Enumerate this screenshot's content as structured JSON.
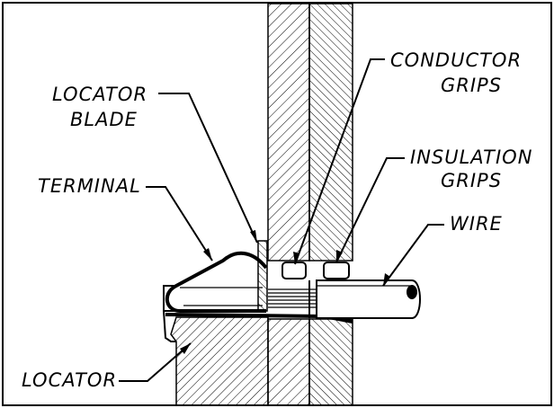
{
  "labels": {
    "locator_blade_1": "LOCATOR",
    "locator_blade_2": "BLADE",
    "conductor_grips_1": "CONDUCTOR",
    "conductor_grips_2": "GRIPS",
    "terminal": "TERMINAL",
    "insulation_grips_1": "INSULATION",
    "insulation_grips_2": "GRIPS",
    "wire": "WIRE",
    "locator": "LOCATOR"
  }
}
